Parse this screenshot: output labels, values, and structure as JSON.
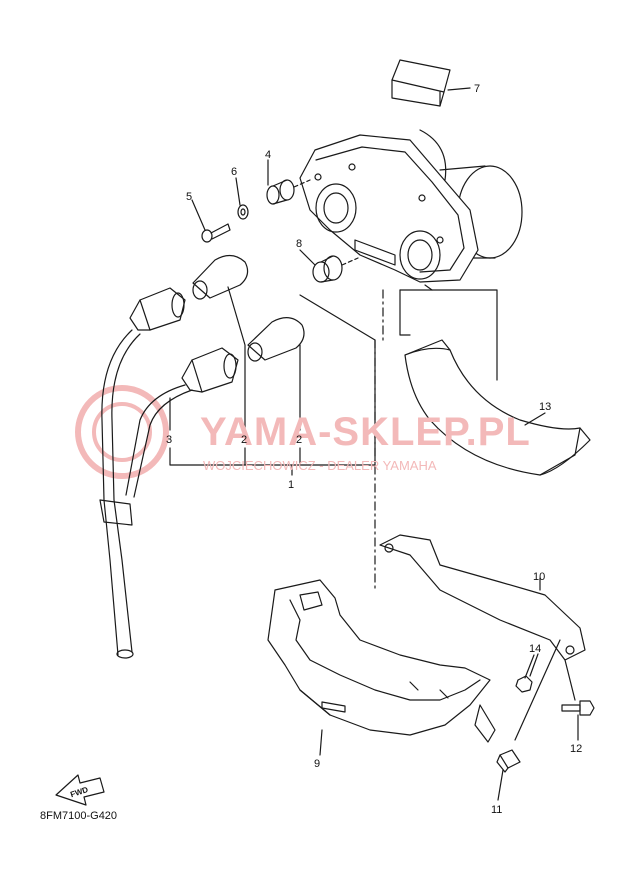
{
  "watermark": {
    "name": "YAMA-SKLEP.PL",
    "tagline": "WOJCIECHOWICZ - DEALER YAMAHA",
    "color": "#f3b9b9"
  },
  "callouts": [
    "1",
    "2",
    "2",
    "3",
    "4",
    "5",
    "6",
    "7",
    "8",
    "9",
    "10",
    "11",
    "12",
    "13",
    "14"
  ],
  "fwd_badge": "FWD",
  "diagram_code": "8FM7100-G420",
  "colors": {
    "line": "#1a1a1a",
    "fill": "#ffffff"
  }
}
